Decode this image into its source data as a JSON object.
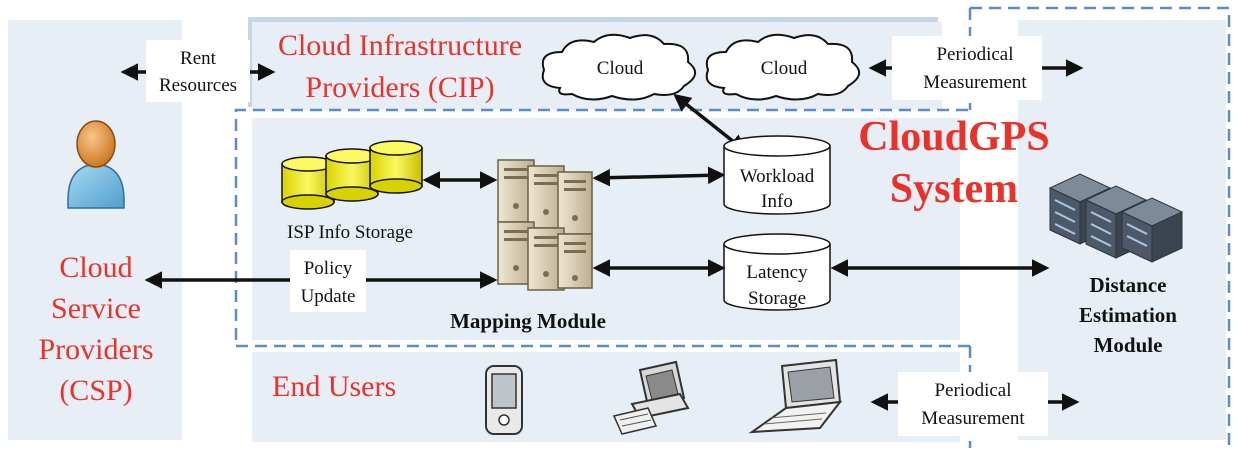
{
  "title": [
    "CloudGPS",
    "System"
  ],
  "colors": {
    "panel": "#e8eef6",
    "accent_red": "#e8322a",
    "dashed_border": "#5b8cc4",
    "cylinder_yellow": "#f3ee2a"
  },
  "csp": {
    "label_lines": [
      "Cloud",
      "Service",
      "Providers",
      "(CSP)"
    ],
    "icon": "user-person-icon"
  },
  "cip": {
    "label_lines": [
      "Cloud Infrastructure",
      "Providers (CIP)"
    ],
    "clouds": [
      "Cloud",
      "Cloud"
    ]
  },
  "arrows": {
    "rent_resources": [
      "Rent",
      "Resources"
    ],
    "periodical_top": [
      "Periodical",
      "Measurement"
    ],
    "policy_update": [
      "Policy",
      "Update"
    ],
    "periodical_bottom": [
      "Periodical",
      "Measurement"
    ]
  },
  "mapping": {
    "isp_storage_label": "ISP Info Storage",
    "module_label": "Mapping Module",
    "workload_info": [
      "Workload",
      "Info"
    ],
    "latency_storage": [
      "Latency",
      "Storage"
    ]
  },
  "end_users": {
    "label": "End Users",
    "devices": [
      "pda-icon",
      "desktop-computer-icon",
      "laptop-icon"
    ]
  },
  "distance_module": {
    "label_lines": [
      "Distance",
      "Estimation",
      "Module"
    ],
    "icon": "server-rack-icon"
  }
}
